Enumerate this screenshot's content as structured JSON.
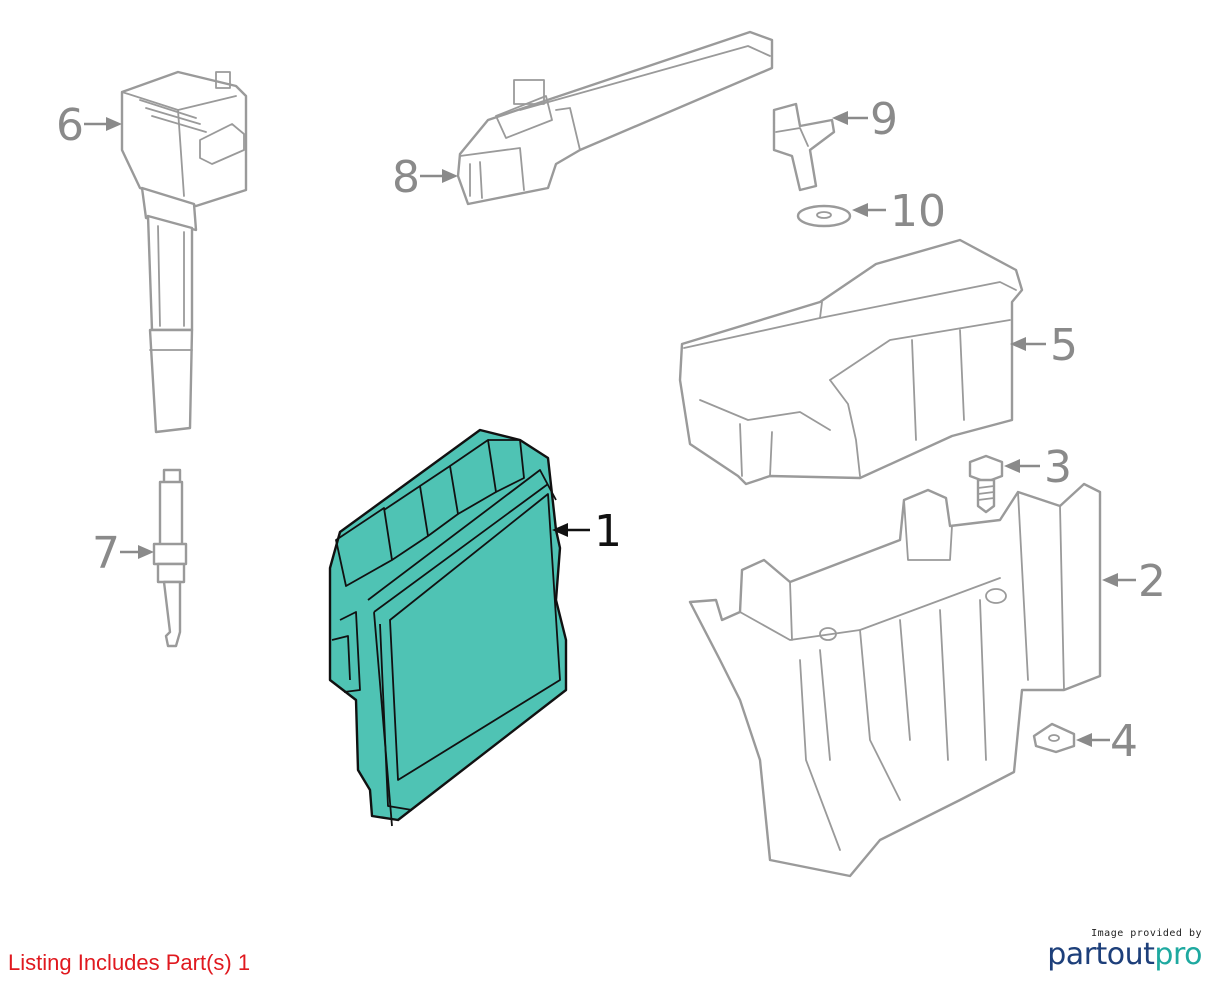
{
  "diagram": {
    "highlight_color": "#4fc3b4",
    "callouts": [
      {
        "id": "1",
        "label": "1",
        "active": true
      },
      {
        "id": "2",
        "label": "2",
        "active": false
      },
      {
        "id": "3",
        "label": "3",
        "active": false
      },
      {
        "id": "4",
        "label": "4",
        "active": false
      },
      {
        "id": "5",
        "label": "5",
        "active": false
      },
      {
        "id": "6",
        "label": "6",
        "active": false
      },
      {
        "id": "7",
        "label": "7",
        "active": false
      },
      {
        "id": "8",
        "label": "8",
        "active": false
      },
      {
        "id": "9",
        "label": "9",
        "active": false
      },
      {
        "id": "10",
        "label": "10",
        "active": false
      }
    ]
  },
  "footer": {
    "listing_note": "Listing Includes Part(s) 1",
    "listing_color": "#e0191f",
    "credit_small": "Image provided by",
    "credit_brand_part1": "partout",
    "credit_brand_part2": "pro",
    "credit_color_1": "#1d3f7a",
    "credit_color_2": "#1ea9a0"
  }
}
